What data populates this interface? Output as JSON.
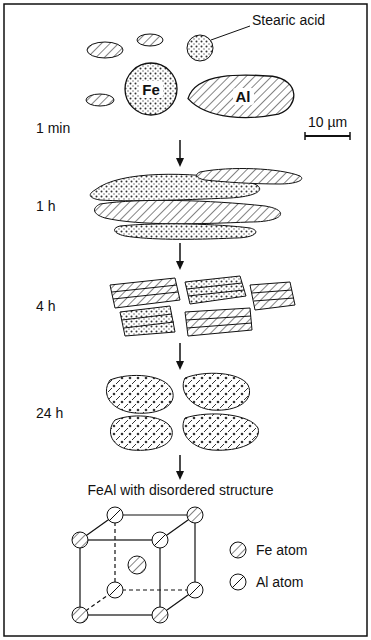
{
  "diagram": {
    "nodes": [
      {
        "text": [
          "Fe"
        ]
      },
      {
        "text": [
          "Al"
        ]
      }
    ],
    "labels": [
      "Stearic acid",
      "10 µm",
      "1 min",
      "1 h",
      "4 h",
      "24 h",
      "FeAl with disordered structure"
    ],
    "legend": [
      {
        "text": "Fe atom"
      },
      {
        "text": "Al atom"
      }
    ]
  }
}
